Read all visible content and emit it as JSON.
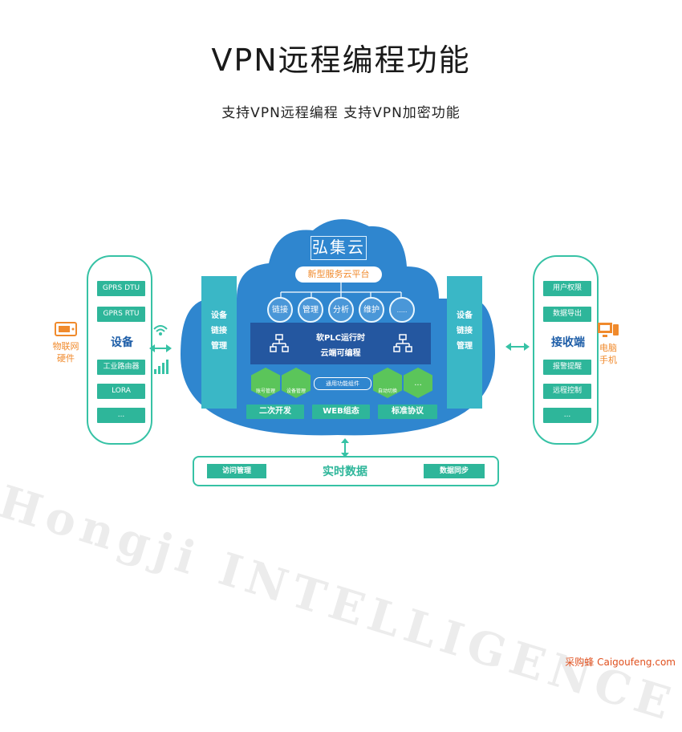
{
  "title": "VPN远程编程功能",
  "subtitle": "支持VPN远程编程 支持VPN加密功能",
  "left_panel": {
    "icon_label": "物联网\n硬件",
    "buttons": [
      "GPRS DTU",
      "GPRS RTU",
      "工业路由器",
      "LORA",
      "..."
    ],
    "center_label": "设备"
  },
  "right_panel": {
    "icon_label": "电脑\n手机",
    "buttons": [
      "用户权限",
      "数据导出",
      "报警提醒",
      "远程控制",
      "..."
    ],
    "center_label": "接收端"
  },
  "cloud": {
    "brand": "弘集云",
    "platform": "新型服务云平台",
    "functions": [
      "链接",
      "管理",
      "分析",
      "维护",
      "....."
    ],
    "side_text": "设备\n链接\n管理",
    "core_line1": "软PLC运行时",
    "core_line2": "云端可编程",
    "components": [
      "账号管理",
      "设备管理",
      "通用功能组件",
      "自动切换",
      "..."
    ],
    "bottom": [
      "二次开发",
      "WEB组态",
      "标准协议"
    ]
  },
  "realtime": {
    "left": "访问管理",
    "center": "实时数据",
    "right": "数据同步"
  },
  "watermark": "Hongji INTELLIGENCE",
  "credit": "采购蜂 Caigoufeng.com",
  "colors": {
    "teal": "#2eb69a",
    "cloud_blue": "#2f86cf",
    "core_blue": "#2457a0",
    "orange": "#f08a2c",
    "green_hex": "#5bc55a"
  }
}
